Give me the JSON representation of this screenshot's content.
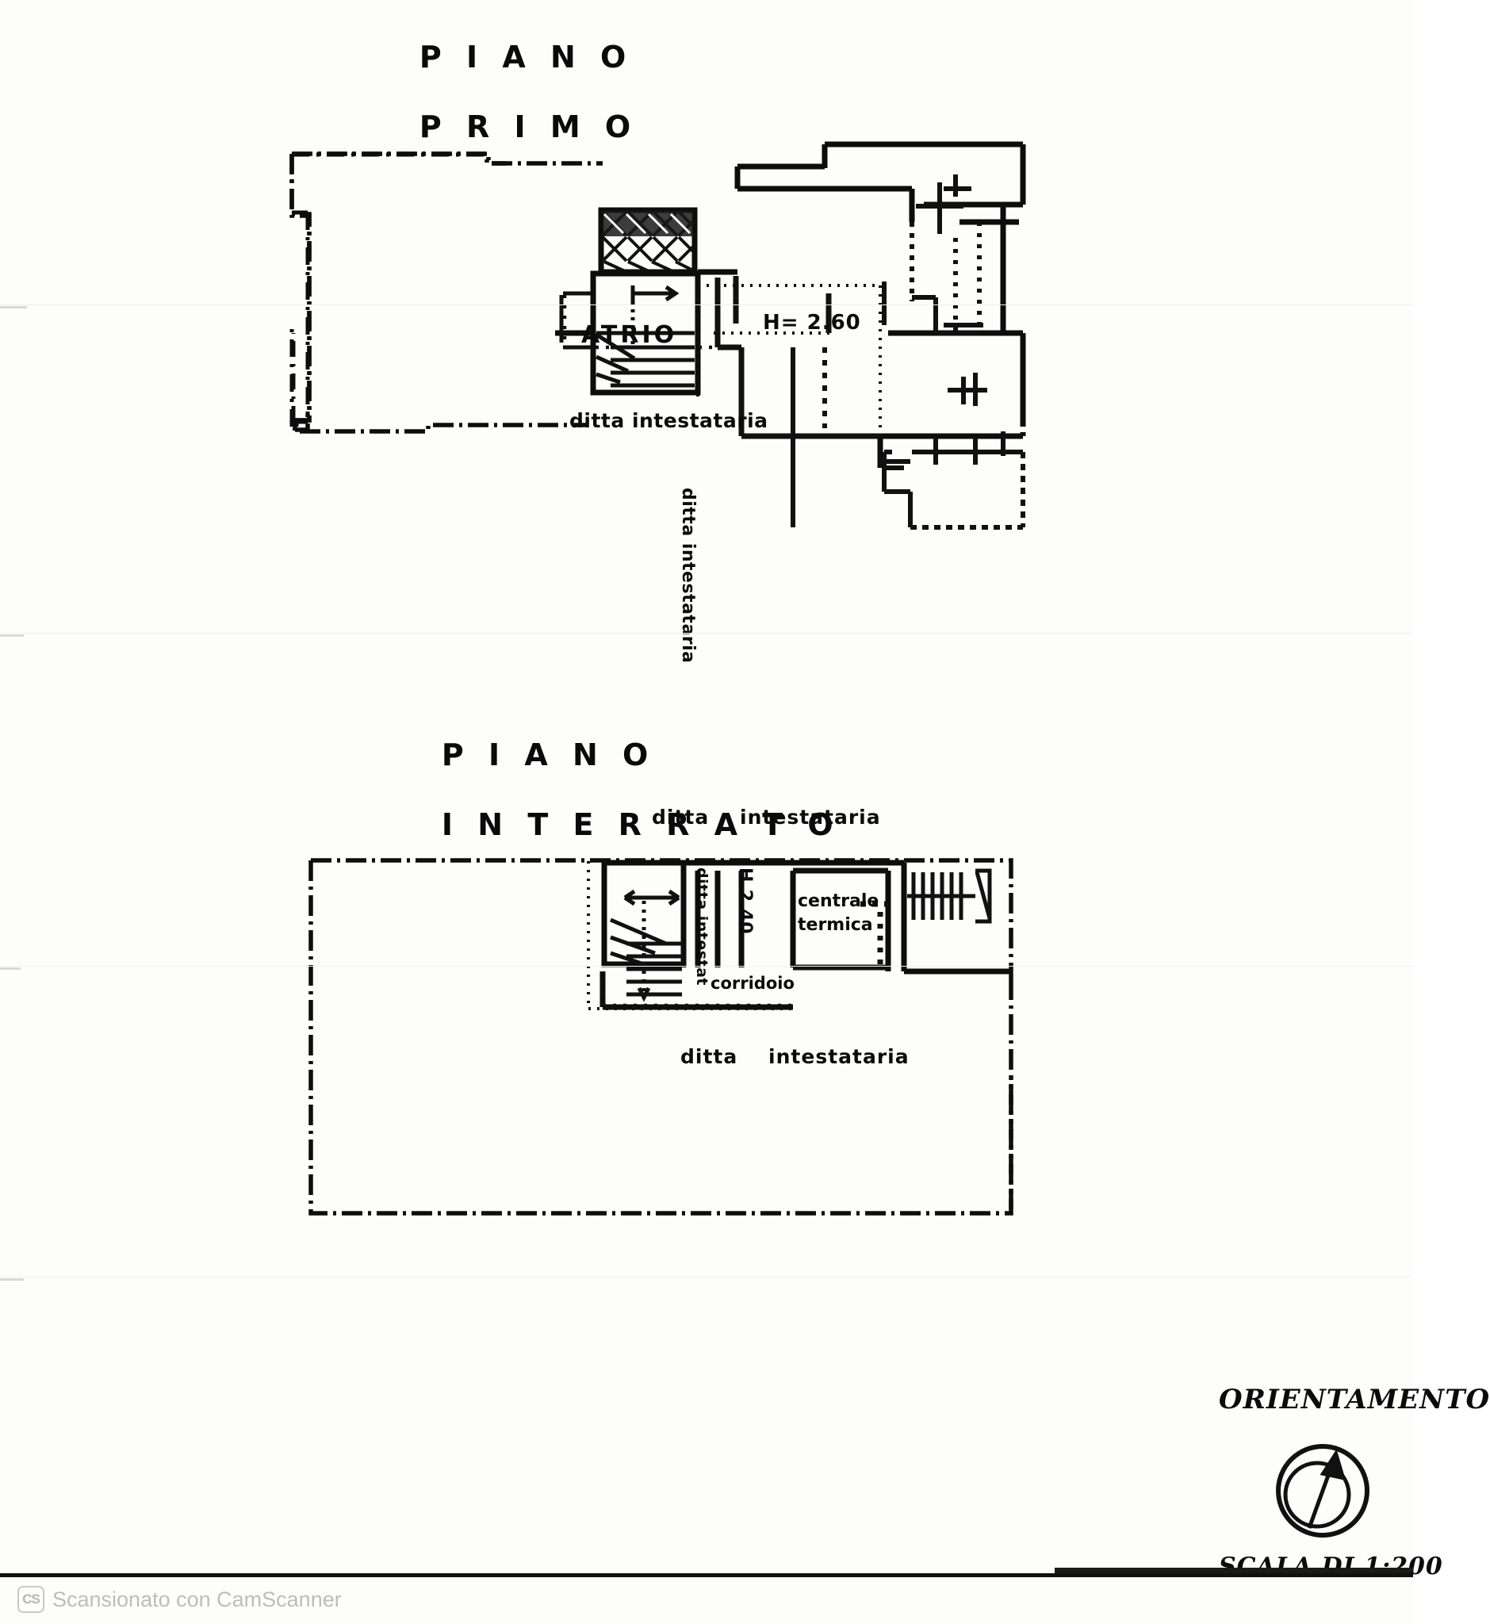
{
  "document": {
    "type": "planimetria-catastale",
    "watermark": {
      "badge": "CS",
      "text": "Scansionato con CamScanner"
    }
  },
  "plans": [
    {
      "id": "piano-primo",
      "title_left": "P I A N O",
      "title_right": "P R I M O",
      "labels": [
        {
          "name": "atrio",
          "text": "ATRIO"
        },
        {
          "name": "altezza-interna",
          "text": "H= 2.60"
        },
        {
          "name": "ditta-intestataria",
          "text": "ditta intestataria"
        },
        {
          "name": "ditta-intestataria-vertical",
          "text": "ditta intestataria"
        }
      ]
    },
    {
      "id": "piano-interrato",
      "title_left": "P I A N O",
      "title_right": "I N T E R R A T O",
      "labels": [
        {
          "name": "ditta-intestataria-top",
          "text": "ditta    intestataria"
        },
        {
          "name": "ditta-intestataria-vertical",
          "text": "ditta intestat"
        },
        {
          "name": "altezza-interna",
          "text": "H.2.40"
        },
        {
          "name": "centrale-termica-line1",
          "text": "centrale"
        },
        {
          "name": "centrale-termica-line2",
          "text": "termica"
        },
        {
          "name": "corridoio",
          "text": "corridoio"
        },
        {
          "name": "ditta-intestataria-bottom",
          "text": "ditta    intestataria"
        }
      ]
    }
  ],
  "legend": {
    "orientation_title": "ORIENTAMENTO",
    "scale_text": "SCALA DI 1:200",
    "compass": {
      "name": "north-arrow",
      "north_direction_deg": 20
    }
  }
}
